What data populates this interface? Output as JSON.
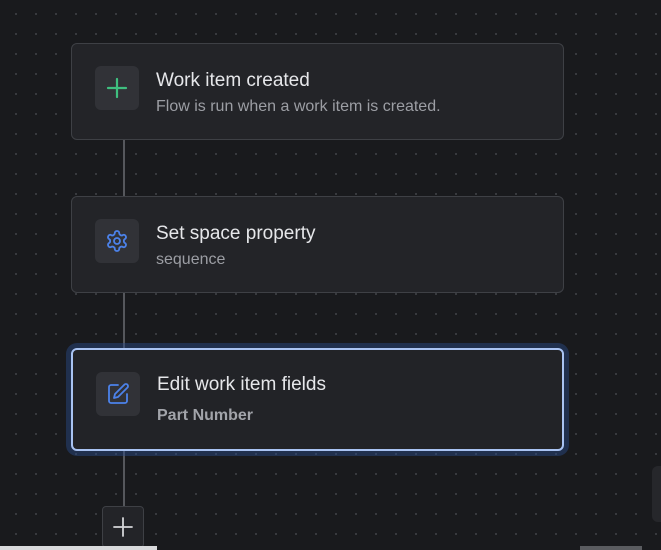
{
  "flow": {
    "nodes": [
      {
        "id": "trigger",
        "icon": "plus-icon",
        "icon_color": "#3fbf7f",
        "title": "Work item created",
        "subtitle": "Flow is run when a work item is created."
      },
      {
        "id": "action-1",
        "icon": "gear-icon",
        "icon_color": "#4c82ea",
        "title": "Set space property",
        "subtitle": "sequence"
      },
      {
        "id": "action-2",
        "icon": "edit-icon",
        "icon_color": "#4c82ea",
        "title": "Edit work item fields",
        "subtitle": "Part Number",
        "selected": true
      }
    ],
    "add_step_icon": "plus-icon"
  },
  "colors": {
    "canvas_bg": "#191a1d",
    "card_bg": "#232428",
    "selected_border": "#a9c3f2",
    "trigger_accent": "#3fbf7f",
    "action_accent": "#4c82ea"
  }
}
